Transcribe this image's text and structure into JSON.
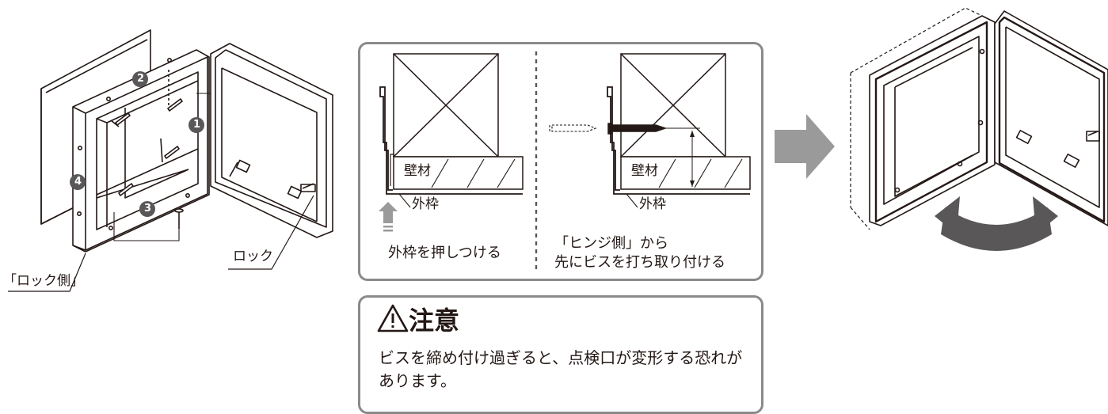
{
  "left_figure": {
    "lock_label": "ロック",
    "lock_side_label": "「ロック側」",
    "step_numbers": [
      "1",
      "2",
      "3",
      "4"
    ]
  },
  "method": {
    "left": {
      "wall_label": "壁材",
      "frame_label": "外枠",
      "caption": "外枠を押しつける"
    },
    "right": {
      "wall_label": "壁材",
      "frame_label": "外枠",
      "caption_line1": "「ヒンジ側」から",
      "caption_line2": "先にビスを打ち取り付ける"
    }
  },
  "caution": {
    "title": "注意",
    "body": "ビスを締め付け過ぎると、点検口が変形する恐れがあります。"
  },
  "colors": {
    "line": "#231815",
    "gray": "#8a8a8a",
    "badge": "#595757",
    "arrow": "#9a9a9a"
  }
}
